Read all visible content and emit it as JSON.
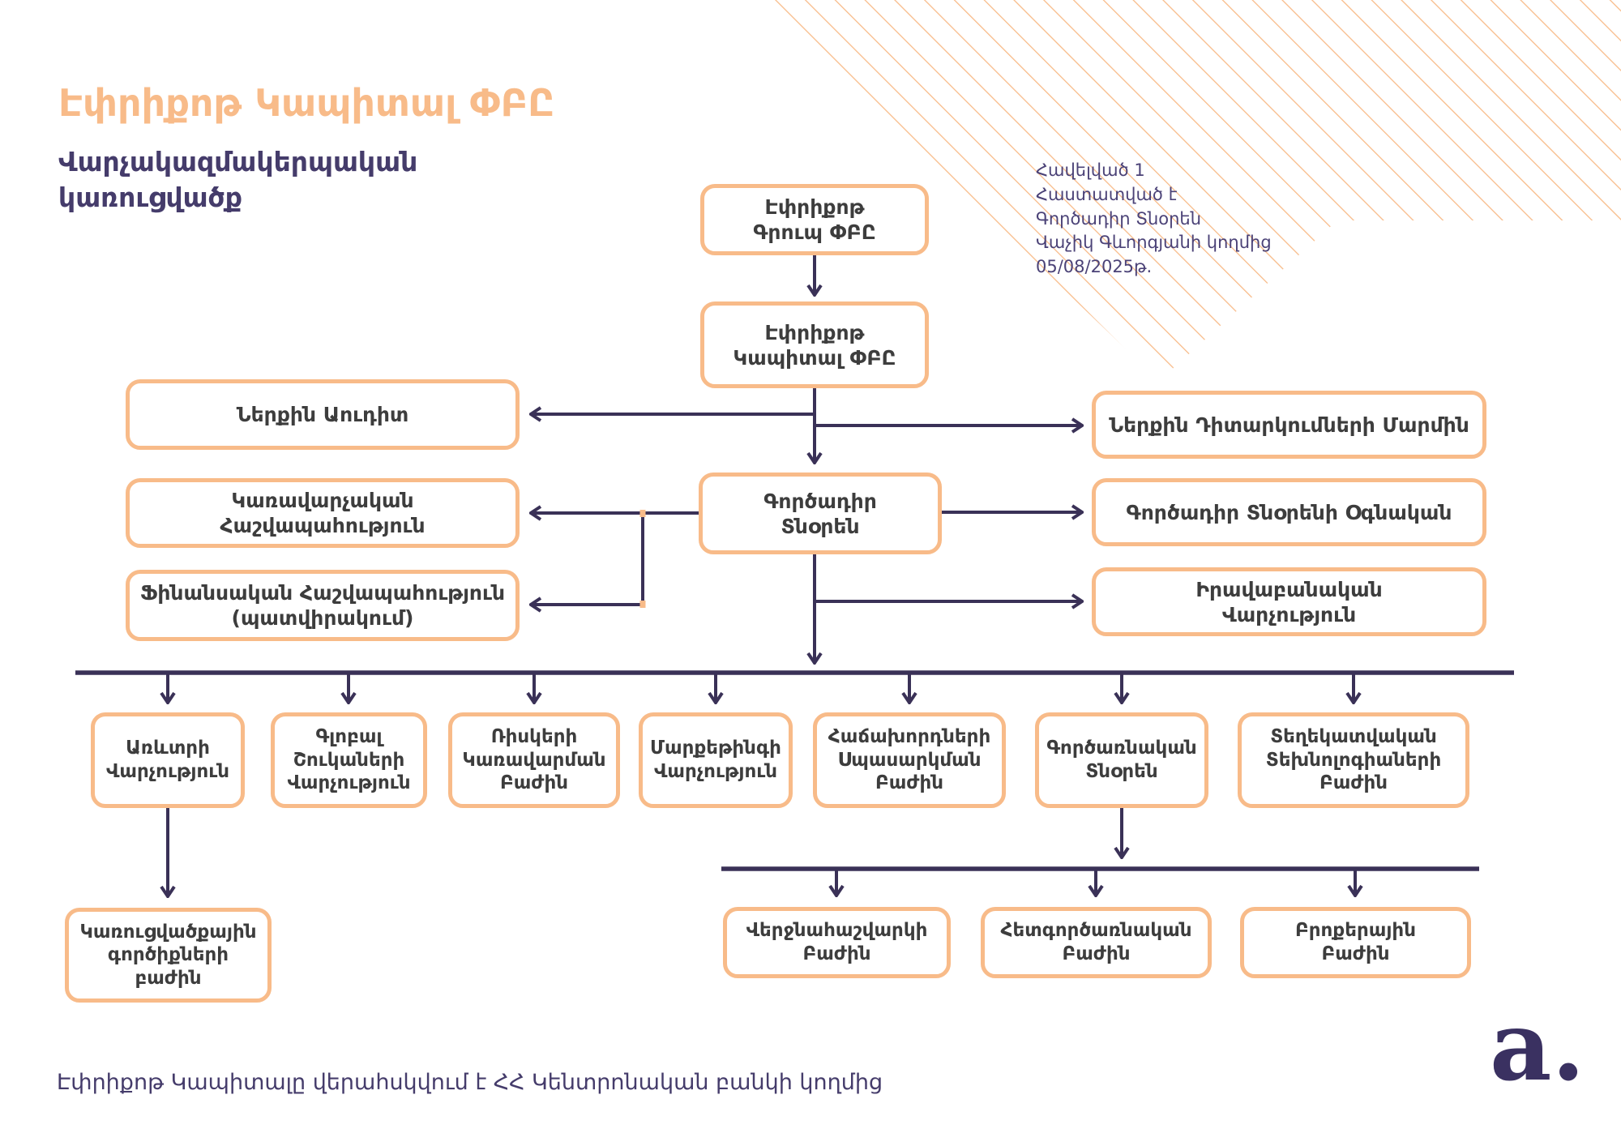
{
  "page": {
    "title": "Էփրիքոթ Կապիտալ ՓԲԸ",
    "subtitle": "Վարչակազմակերպական\nկառուցվածք",
    "note": "Հավելված 1\nՀաստատված է\nԳործադիր Տնօրեն\nՎաչիկ Գևորգյանի կողմից\n05/08/2025թ.",
    "footer": "Էփրիքոթ Կապիտալը վերահսկվում է ՀՀ Կենտրոնական բանկի կողմից",
    "logo": "a."
  },
  "colors": {
    "orange": "#F8BB89",
    "connector": "#3A3157",
    "box_text": "#3D3D3D",
    "purple_text": "#453C6B"
  },
  "boxes": {
    "group": "Էփրիքոթ\nԳրուպ ՓԲԸ",
    "capital": "Էփրիքոթ\nԿապիտալ ՓԲԸ",
    "audit": "Ներքին Աուդիտ",
    "observers": "Ներքին Դիտարկումների Մարմին",
    "ceo": "Գործադիր\nՏնօրեն",
    "mgmt_accounting": "Կառավարչական\nՀաշվապահություն",
    "assistant": "Գործադիր Տնօրենի Օգնական",
    "fin_accounting": "Ֆինանսական Հաշվապահություն\n(պատվիրակում)",
    "legal": "Իրավաբանական\nՎարչություն",
    "trade": "Առևտրի\nՎարչություն",
    "global_markets": "Գլոբալ\nՇուկաների\nՎարչություն",
    "risk": "Ռիսկերի\nԿառավարման\nԲաժին",
    "marketing": "Մարքեթինգի\nՎարչություն",
    "client_service": "Հաճախորդների\nՍպասարկման\nԲաժին",
    "coo": "Գործառնական\nՏնօրեն",
    "it": "Տեղեկատվական\nՏեխնոլոգիաների\nԲաժին",
    "structured_instruments": "Կառուցվածքային\nգործիքների\nբաժին",
    "settlement": "Վերջնահաշվարկի\nԲաժին",
    "post_trade": "Հետգործառնական\nԲաժին",
    "brokerage": "Բրոքերային\nԲաժին"
  }
}
